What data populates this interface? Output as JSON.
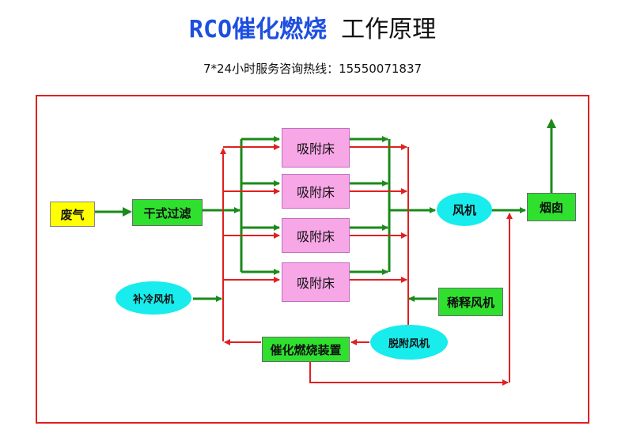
{
  "title": {
    "part1": "RCO催化燃烧",
    "part2": "工作原理"
  },
  "hotline": "7*24小时服务咨询热线：15550071837",
  "nodes": {
    "waste_gas": "废气",
    "dry_filter": "干式过滤",
    "adsorption_bed": "吸附床",
    "fan": "风机",
    "chimney": "烟囱",
    "cooling_fan": "补冷风机",
    "dilution_fan": "稀释风机",
    "desorption_fan": "脱附风机",
    "catalytic_device": "催化燃烧装置"
  },
  "colors": {
    "main_flow": "#1a8a1a",
    "regen_flow": "#e02020",
    "frame": "#e02020",
    "title": "#1e4fe0"
  }
}
